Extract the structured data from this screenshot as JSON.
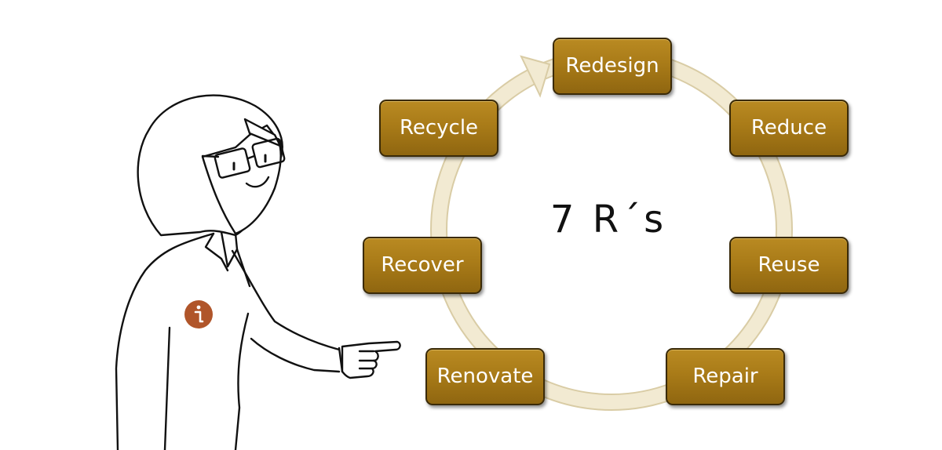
{
  "diagram": {
    "title": "7 R´s",
    "steps": [
      "Redesign",
      "Reduce",
      "Reuse",
      "Repair",
      "Renovate",
      "Recover",
      "Recycle"
    ]
  },
  "character": {
    "badge_icon": "info-icon",
    "badge_glyph": "i",
    "badge_color": "#b0552a"
  },
  "colors": {
    "box_fill": "#a97b18",
    "box_border": "#3a2a08",
    "ring": "#f0e6c8",
    "text_on_box": "#ffffff"
  }
}
